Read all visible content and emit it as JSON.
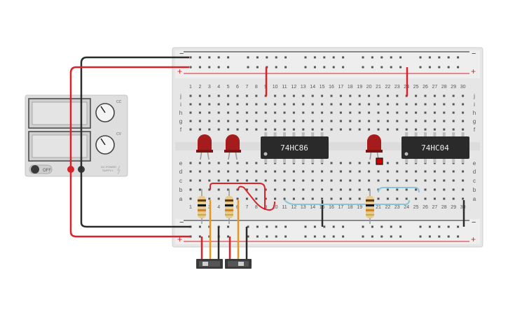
{
  "power_supply": {
    "off_label": "OFF",
    "knob1_label": "CC",
    "knob2_label": "CV",
    "brand_line1": "DC POWER",
    "brand_line2": "SUPPLY"
  },
  "breadboard": {
    "column_numbers": [
      "1",
      "2",
      "3",
      "4",
      "5",
      "6",
      "7",
      "8",
      "9",
      "10",
      "11",
      "12",
      "13",
      "14",
      "15",
      "16",
      "17",
      "18",
      "19",
      "20",
      "21",
      "22",
      "23",
      "24",
      "25",
      "26",
      "27",
      "28",
      "29",
      "30"
    ],
    "row_letters_top": [
      "j",
      "i",
      "h",
      "g",
      "f"
    ],
    "row_letters_bottom": [
      "e",
      "d",
      "c",
      "b",
      "a"
    ],
    "rail_minus": "−",
    "rail_plus": "+"
  },
  "chips": [
    {
      "label": "74HC86"
    },
    {
      "label": "74HC04"
    }
  ],
  "colors": {
    "board": "#e9e9e9",
    "wire_red": "#d8232a",
    "wire_black": "#2b2b2b",
    "wire_blue": "#88c6dc",
    "wire_orange": "#e8961e",
    "led": "#a61b1b",
    "chip": "#2a2a2a"
  }
}
